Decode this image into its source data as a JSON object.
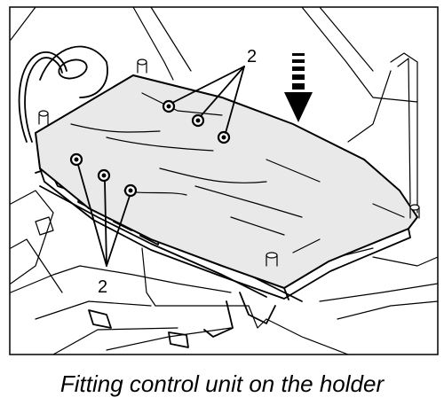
{
  "figure": {
    "callouts": [
      {
        "label": "2",
        "target": "upper-fasteners"
      },
      {
        "label": "2",
        "target": "lower-fasteners"
      }
    ],
    "caption": "Fitting control unit on the holder"
  },
  "colors": {
    "line": "#000000",
    "plate_fill": "#e9e9e9",
    "background": "#ffffff"
  },
  "icons": [
    "downward-arrow-icon"
  ]
}
